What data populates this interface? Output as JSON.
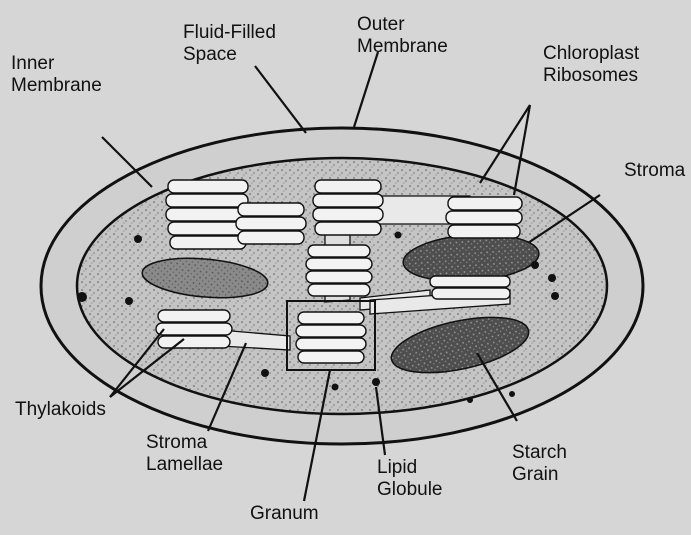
{
  "labels": {
    "inner_membrane": "Inner\nMembrane",
    "fluid_filled_space": "Fluid-Filled\nSpace",
    "outer_membrane": "Outer\nMembrane",
    "chloroplast_ribosomes": "Chloroplast\nRibosomes",
    "stroma": "Stroma",
    "thylakoids": "Thylakoids",
    "stroma_lamellae": "Stroma\nLamellae",
    "granum": "Granum",
    "lipid_globule": "Lipid\nGlobule",
    "starch_grain": "Starch\nGrain"
  },
  "colors": {
    "background": "#d6d6d6",
    "outer_fill": "#cfcfcf",
    "stroma_fill": "#bdbdbd",
    "membrane_line": "#111111",
    "starch_fill": "#5a5a5a",
    "disc_fill": "#f2f2f2"
  }
}
